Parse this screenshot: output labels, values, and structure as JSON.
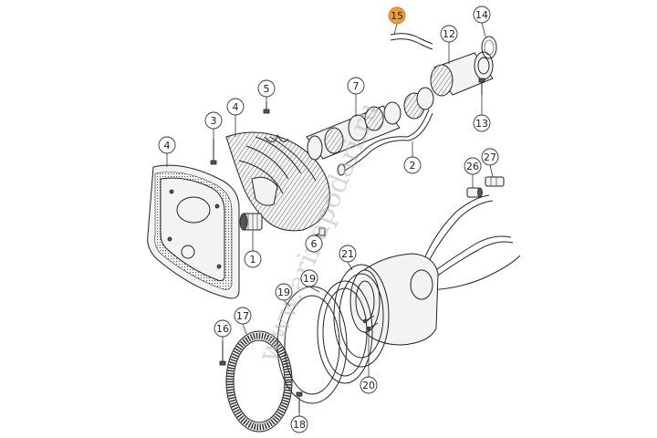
{
  "watermark": "www.arinapodari.ru",
  "highlight_color": "#f39c3c",
  "callouts": [
    {
      "id": "c1",
      "label": "1"
    },
    {
      "id": "c2",
      "label": "2"
    },
    {
      "id": "c3",
      "label": "3"
    },
    {
      "id": "c4a",
      "label": "4"
    },
    {
      "id": "c4b",
      "label": "4"
    },
    {
      "id": "c5",
      "label": "5"
    },
    {
      "id": "c6",
      "label": "6"
    },
    {
      "id": "c7",
      "label": "7"
    },
    {
      "id": "c12",
      "label": "12"
    },
    {
      "id": "c13",
      "label": "13"
    },
    {
      "id": "c14",
      "label": "14"
    },
    {
      "id": "c15",
      "label": "15",
      "highlighted": true
    },
    {
      "id": "c16",
      "label": "16"
    },
    {
      "id": "c17",
      "label": "17"
    },
    {
      "id": "c18",
      "label": "18"
    },
    {
      "id": "c19a",
      "label": "19"
    },
    {
      "id": "c19b",
      "label": "19"
    },
    {
      "id": "c20",
      "label": "20"
    },
    {
      "id": "c21",
      "label": "21"
    },
    {
      "id": "c26",
      "label": "26"
    },
    {
      "id": "c27",
      "label": "27"
    }
  ]
}
